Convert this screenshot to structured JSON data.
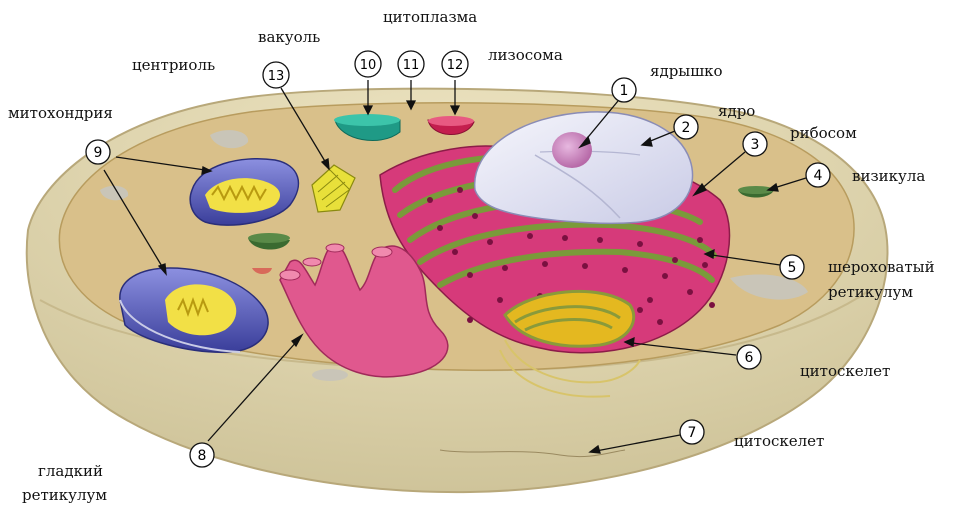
{
  "labels": {
    "tsitoplazma": "цитоплазма",
    "vakuol": "вакуоль",
    "lizosoma": "лизосома",
    "tsentriol": "центриоль",
    "yadryshko": "ядрышко",
    "mitokhondriya": "митохондрия",
    "yadro": "ядро",
    "ribosom": "рибосом",
    "vizikula": "визикула",
    "sherokhovatyi_line1": "шероховатый",
    "sherokhovatyi_line2": "ретикулум",
    "tsitoskelet_1": "цитоскелет",
    "tsitoskelet_2": "цитоскелет",
    "gladkiy_line1": "гладкий",
    "gladkiy_line2": "ретикулум"
  },
  "markers": [
    "1",
    "2",
    "3",
    "4",
    "5",
    "6",
    "7",
    "8",
    "9",
    "10",
    "11",
    "12",
    "13"
  ],
  "colors": {
    "cytoplasm": "#d9c08a",
    "cell_wall": "#e6dcb2",
    "wall_edge": "#b8a87a",
    "rough_er": "#d63a7a",
    "er_spots": "#7a1040",
    "nucleus": "#e8e8f4",
    "nucleolus": "#c98ac4",
    "golgi": "#e4b820",
    "mitochondria_outer": "#5a5ec2",
    "mitochondria_inner": "#f2e046",
    "vesicle_green": "#3a6a30",
    "vacuole_teal": "#1f9a86",
    "lysosome": "#c41e4e",
    "centriole": "#e8e03a"
  }
}
